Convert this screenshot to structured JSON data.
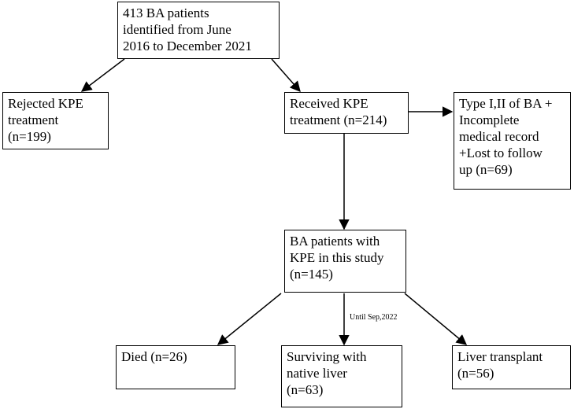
{
  "boxes": {
    "identified": {
      "lines": [
        "413 BA patients",
        "identified from June",
        "2016 to December 2021"
      ]
    },
    "rejected": {
      "lines": [
        "Rejected KPE",
        "treatment",
        "(n=199)"
      ]
    },
    "received": {
      "lines": [
        "Received KPE",
        "treatment (n=214)"
      ]
    },
    "excluded": {
      "lines": [
        "Type I,II of BA +",
        "Incomplete",
        "medical record",
        "+Lost to follow",
        "up (n=69)"
      ]
    },
    "study": {
      "lines": [
        "BA patients with",
        "KPE in this study",
        "(n=145)"
      ]
    },
    "died": {
      "lines": [
        "Died (n=26)"
      ]
    },
    "surviving": {
      "lines": [
        "Surviving  with",
        "native liver",
        "(n=63)"
      ]
    },
    "transplant": {
      "lines": [
        "Liver transplant",
        "(n=56)"
      ]
    }
  },
  "followup_note": "Until  Sep,2022"
}
